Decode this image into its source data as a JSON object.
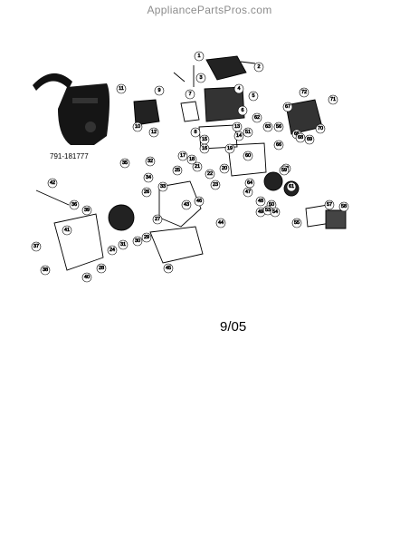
{
  "watermark": "AppliancePartsPros.com",
  "part_number": "791-181777",
  "date": "9/05",
  "callouts": [
    "1",
    "2",
    "3",
    "4",
    "5",
    "6",
    "7",
    "8",
    "9",
    "10",
    "11",
    "12",
    "13",
    "14",
    "15",
    "16",
    "17",
    "18",
    "19",
    "20",
    "21",
    "22",
    "23",
    "24",
    "25",
    "26",
    "27",
    "28",
    "29",
    "30",
    "31",
    "32",
    "33",
    "34",
    "35",
    "36",
    "37",
    "38",
    "39",
    "40",
    "41",
    "42",
    "43",
    "44",
    "45",
    "46",
    "47",
    "48",
    "49",
    "50",
    "51",
    "52",
    "53",
    "54",
    "55",
    "56",
    "57",
    "58",
    "59",
    "60",
    "61",
    "62",
    "63",
    "64",
    "65",
    "66",
    "67",
    "68",
    "69",
    "70",
    "71",
    "72"
  ]
}
